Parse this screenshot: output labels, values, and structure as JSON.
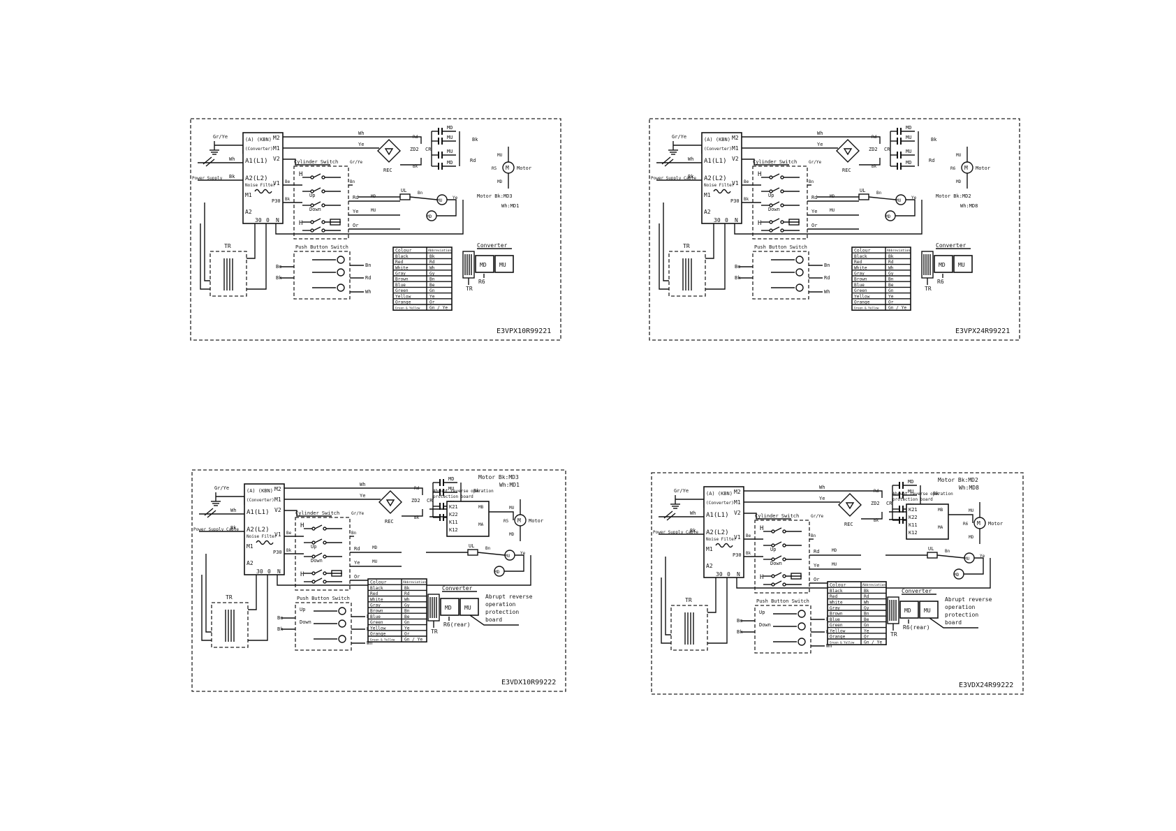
{
  "diagrams": [
    {
      "code": "E3VPX10R99221",
      "variant": "VPX",
      "ground": "Gr/Ye",
      "power_supply": "Power Supply",
      "wh": "Wh",
      "bk": "Bk",
      "be": "Be",
      "ye": "Ye",
      "rd": "Rd",
      "bn": "Bn",
      "or": "Or",
      "converter_terms": {
        "a": "(A) (KBN)",
        "conv": "(Converter)",
        "a1": "A1(L1)",
        "a2": "A2(L2)",
        "nf": "Noise Filter",
        "m1": "M1",
        "m2": "M2",
        "v1": "V1",
        "v2": "V2",
        "p30": "P30",
        "a2b": "A2",
        "n30": "30",
        "n0": "0",
        "nn": "N"
      },
      "cylinder_switch": "Cylinder Switch",
      "cyl_h": "H",
      "cyl_up": "Up",
      "cyl_down": "Down",
      "rec": "REC",
      "zd2": "ZD2",
      "cr": "CR",
      "ul": "UL",
      "md": "MD",
      "mu": "MU",
      "r5": "R5",
      "motor": "Motor",
      "motor_bk": "Motor  Bk:MD3",
      "motor_wh": "Wh:MD1",
      "tr": "TR",
      "pbs": "Push Button Switch",
      "pbs_up": "",
      "pbs_down": "",
      "converter_label": "Converter",
      "r6": "R6",
      "r6_label": "R6",
      "abrupt": "",
      "colour_table": {
        "head": [
          "Colour",
          "Abbreviation"
        ],
        "rows": [
          [
            "Black",
            "Bk"
          ],
          [
            "Red",
            "Rd"
          ],
          [
            "White",
            "Wh"
          ],
          [
            "Gray",
            "Gy"
          ],
          [
            "Brown",
            "Bn"
          ],
          [
            "Blue",
            "Be"
          ],
          [
            "Green",
            "Gn"
          ],
          [
            "Yellow",
            "Ye"
          ],
          [
            "Orange",
            "Or"
          ],
          [
            "Green & Yellow",
            "Gn / Ye"
          ]
        ]
      }
    },
    {
      "code": "E3VPX24R99221",
      "variant": "VPX",
      "ground": "Gr/Ye",
      "power_supply": "Power Supply Cable",
      "wh": "Wh",
      "bk": "Bk",
      "be": "Be",
      "ye": "Ye",
      "rd": "Rd",
      "bn": "Bn",
      "or": "Or",
      "converter_terms": {
        "a": "(A) (KBN)",
        "conv": "(Converter)",
        "a1": "A1(L1)",
        "a2": "A2(L2)",
        "nf": "Noise Filter",
        "m1": "M1",
        "m2": "M2",
        "v1": "V1",
        "v2": "V2",
        "p30": "P30",
        "a2b": "A2",
        "n30": "30",
        "n0": "0",
        "nn": "N"
      },
      "cylinder_switch": "Cylinder Switch",
      "cyl_h": "H",
      "cyl_up": "Up",
      "cyl_down": "Down",
      "rec": "REC",
      "zd2": "ZD2",
      "cr": "CR",
      "ul": "UL",
      "md": "MD",
      "mu": "MU",
      "r5": "R6",
      "motor": "Motor",
      "motor_bk": "Motor  Bk:MD2",
      "motor_wh": "Wh:MD8",
      "tr": "TR",
      "pbs": "Push Button Switch",
      "pbs_up": "",
      "pbs_down": "",
      "converter_label": "Converter",
      "r6": "R6",
      "r6_label": "R6",
      "abrupt": "",
      "colour_table": {
        "head": [
          "Colour",
          "Abbreviation"
        ],
        "rows": [
          [
            "Black",
            "Bk"
          ],
          [
            "Red",
            "Rd"
          ],
          [
            "White",
            "Wh"
          ],
          [
            "Gray",
            "Gy"
          ],
          [
            "Brown",
            "Bn"
          ],
          [
            "Blue",
            "Be"
          ],
          [
            "Green",
            "Gn"
          ],
          [
            "Yellow",
            "Ye"
          ],
          [
            "Orange",
            "Or"
          ],
          [
            "Green & Yellow",
            "Gn / Ye"
          ]
        ]
      }
    },
    {
      "code": "E3VDX10R99222",
      "variant": "VDX",
      "ground": "Gr/Ye",
      "power_supply": "Power Supply Cable",
      "wh": "Wh",
      "bk": "Bk",
      "be": "Be",
      "ye": "Ye",
      "rd": "Rd",
      "bn": "Bn",
      "or": "Or",
      "converter_terms": {
        "a": "(A) (KBN)",
        "conv": "(Converter)",
        "a1": "A1(L1)",
        "a2": "A2(L2)",
        "nf": "Noise Filter",
        "m1": "M1",
        "m2": "M2",
        "v1": "V1",
        "v2": "V2",
        "p30": "P30",
        "a2b": "A2",
        "n30": "30",
        "n0": "0",
        "nn": "N"
      },
      "cylinder_switch": "Cylinder Switch",
      "cyl_h": "H",
      "cyl_up": "Up",
      "cyl_down": "Down",
      "rec": "REC",
      "zd2": "ZD2",
      "cr": "CR",
      "ul": "UL",
      "md": "MD",
      "mu": "MU",
      "r5": "R5",
      "motor": "Motor",
      "motor_bk": "Motor Bk:MD3",
      "motor_wh": "Wh:MD1",
      "tr": "TR",
      "pbs": "Push Button Switch",
      "pbs_up": "Up",
      "pbs_down": "Down",
      "converter_label": "Converter",
      "r6": "R6",
      "r6_label": "R6(rear)",
      "abrupt": "Abrupt reverse operation protection board",
      "abrupt_lines": [
        "Abrupt reverse",
        "operation",
        "protection",
        "board"
      ],
      "abrupt_header": [
        "Abrupt reverse operation",
        "protection board"
      ],
      "k_terms": [
        "K21",
        "K22",
        "K11",
        "K12",
        "MB",
        "MA"
      ],
      "colour_table": {
        "head": [
          "Colour",
          "Abbreviation"
        ],
        "rows": [
          [
            "Black",
            "Bk"
          ],
          [
            "Red",
            "Rd"
          ],
          [
            "White",
            "Wh"
          ],
          [
            "Gray",
            "Gy"
          ],
          [
            "Brown",
            "Bn"
          ],
          [
            "Blue",
            "Be"
          ],
          [
            "Green",
            "Gn"
          ],
          [
            "Yellow",
            "Ye"
          ],
          [
            "Orange",
            "Or"
          ],
          [
            "Green & Yellow",
            "Gn / Ye"
          ]
        ]
      }
    },
    {
      "code": "E3VDX24R99222",
      "variant": "VDX",
      "ground": "Gr/Ye",
      "power_supply": "Power Supply Cable",
      "wh": "Wh",
      "bk": "Bk",
      "be": "Be",
      "ye": "Ye",
      "rd": "Rd",
      "bn": "Bn",
      "or": "Or",
      "converter_terms": {
        "a": "(A) (KBN)",
        "conv": "(Converter)",
        "a1": "A1(L1)",
        "a2": "A2(L2)",
        "nf": "Noise Filter",
        "m1": "M1",
        "m2": "M2",
        "v1": "V1",
        "v2": "V2",
        "p30": "P30",
        "a2b": "A2",
        "n30": "30",
        "n0": "0",
        "nn": "N"
      },
      "cylinder_switch": "Cylinder Switch",
      "cyl_h": "H",
      "cyl_up": "Up",
      "cyl_down": "Down",
      "rec": "REC",
      "zd2": "ZD2",
      "cr": "CR",
      "ul": "UL",
      "md": "MD",
      "mu": "MU",
      "r5": "R6",
      "motor": "Motor",
      "motor_bk": "Motor Bk:MD2",
      "motor_wh": "Wh:MD8",
      "tr": "TR",
      "pbs": "Push Button Switch",
      "pbs_up": "Up",
      "pbs_down": "Down",
      "converter_label": "Converter",
      "r6": "R6",
      "r6_label": "R6(rear)",
      "abrupt": "Abrupt reverse operation protection board",
      "abrupt_lines": [
        "Abrupt reverse",
        "operation",
        "protection",
        "board"
      ],
      "abrupt_header": [
        "Abrupt reverse operation",
        "protection board"
      ],
      "k_terms": [
        "K21",
        "K22",
        "K11",
        "K12",
        "MB",
        "MA"
      ],
      "colour_table": {
        "head": [
          "Colour",
          "Abbreviation"
        ],
        "rows": [
          [
            "Black",
            "Bk"
          ],
          [
            "Red",
            "Rd"
          ],
          [
            "White",
            "Wh"
          ],
          [
            "Gray",
            "Gy"
          ],
          [
            "Brown",
            "Bn"
          ],
          [
            "Blue",
            "Be"
          ],
          [
            "Green",
            "Gn"
          ],
          [
            "Yellow",
            "Ye"
          ],
          [
            "Orange",
            "Or"
          ],
          [
            "Green & Yellow",
            "Gn / Ye"
          ]
        ]
      }
    }
  ]
}
